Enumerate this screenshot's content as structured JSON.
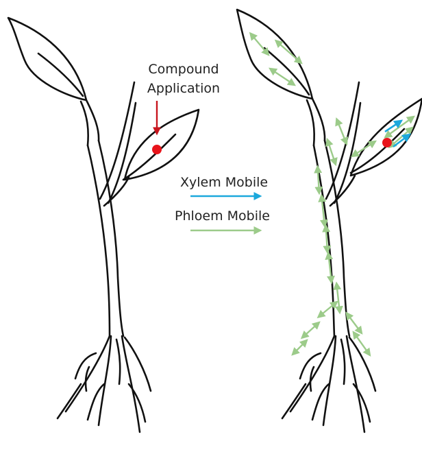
{
  "labels": {
    "application_line1": "Compound",
    "application_line2": "Application",
    "xylem": "Xylem Mobile",
    "phloem": "Phloem Mobile"
  },
  "colors": {
    "ink": "#111111",
    "application_dot": "#e8141b",
    "application_arrow": "#c8151e",
    "xylem_arrow": "#1ba8dc",
    "phloem_arrow": "#9ccb8a"
  },
  "panels": [
    {
      "name": "before-application",
      "shows": [
        "compound-dot",
        "application-arrow"
      ]
    },
    {
      "name": "after-application",
      "shows": [
        "compound-dot",
        "xylem-arrows",
        "phloem-arrows"
      ]
    }
  ]
}
